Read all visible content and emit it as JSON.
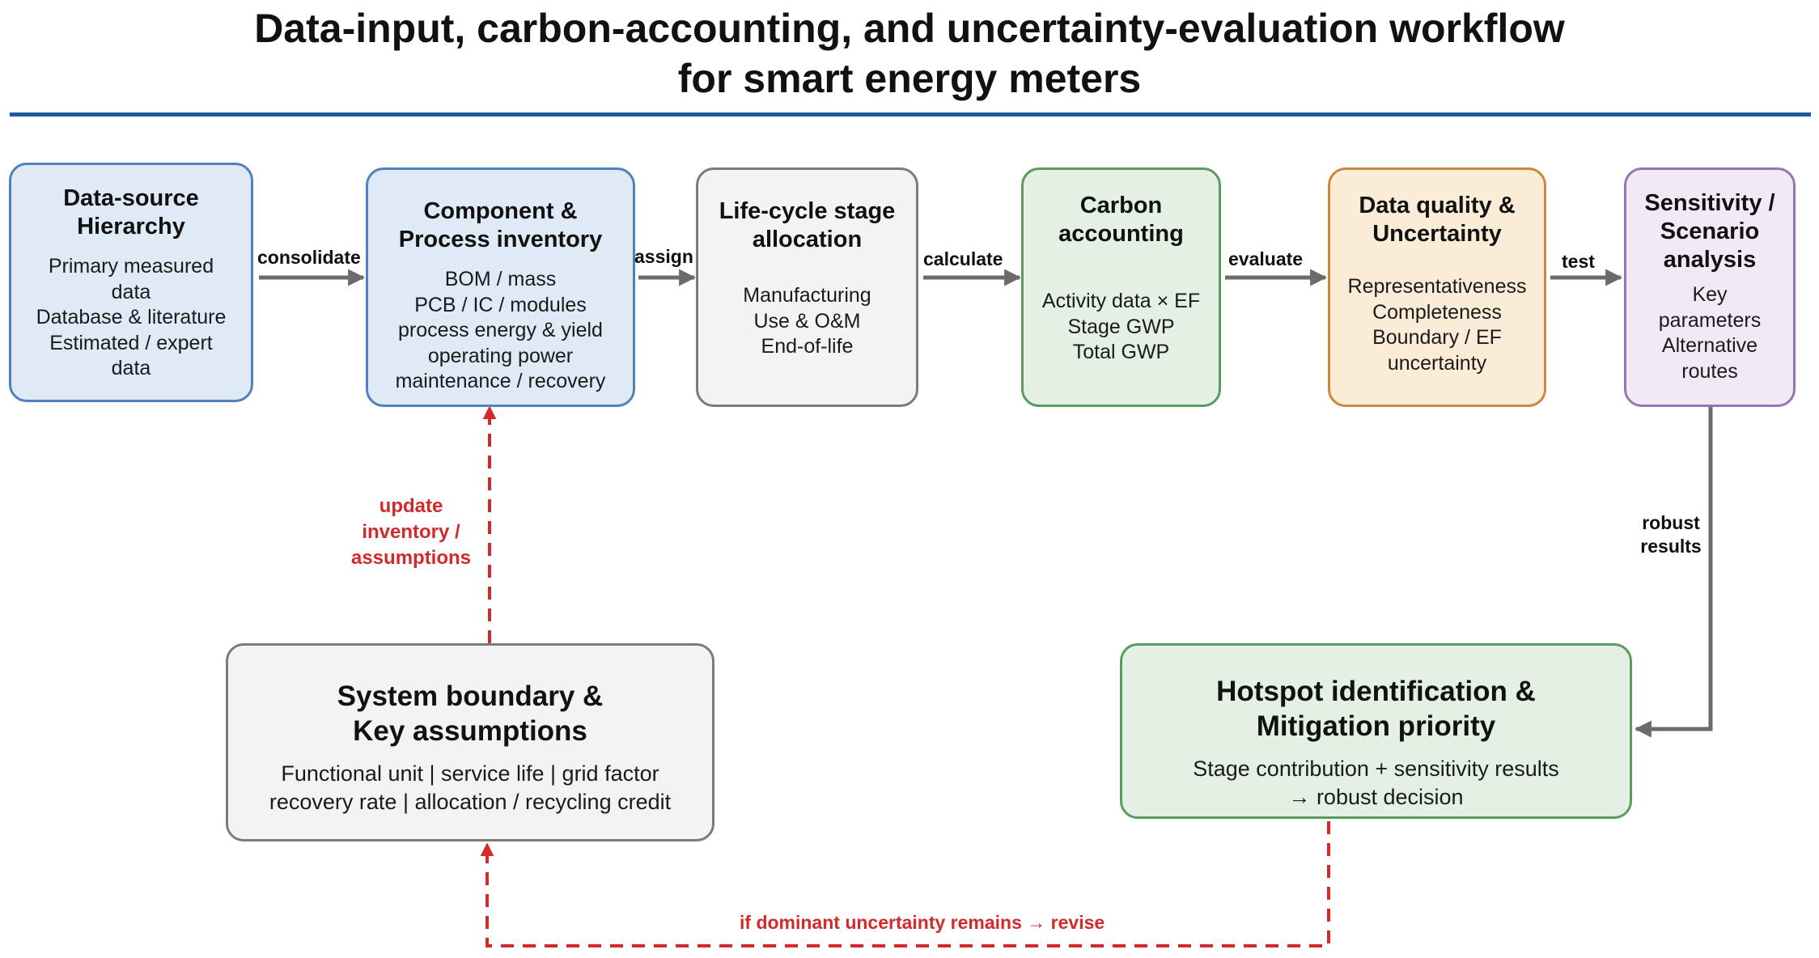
{
  "title": {
    "line1": "Data-input, carbon-accounting, and uncertainty-evaluation workflow",
    "line2": "for smart energy meters"
  },
  "nodes": {
    "data_source": {
      "head": [
        "Data-source",
        "Hierarchy"
      ],
      "body": [
        "Primary measured",
        "data",
        "Database & literature",
        "Estimated / expert",
        "data"
      ]
    },
    "inventory": {
      "head": [
        "Component &",
        "Process inventory"
      ],
      "body": [
        "BOM / mass",
        "PCB / IC / modules",
        "process energy & yield",
        "operating power",
        "maintenance / recovery"
      ]
    },
    "lifecycle": {
      "head": [
        "Life-cycle stage",
        "allocation"
      ],
      "body": [
        "Manufacturing",
        "Use & O&M",
        "End-of-life"
      ]
    },
    "carbon": {
      "head": [
        "Carbon",
        "accounting"
      ],
      "body": [
        "Activity data × EF",
        "Stage GWP",
        "Total GWP"
      ]
    },
    "quality": {
      "head": [
        "Data quality &",
        "Uncertainty"
      ],
      "body": [
        "Representativeness",
        "Completeness",
        "Boundary / EF",
        "uncertainty"
      ]
    },
    "sensitivity": {
      "head": [
        "Sensitivity /",
        "Scenario",
        "analysis"
      ],
      "body": [
        "Key",
        "parameters",
        "Alternative",
        "routes"
      ]
    },
    "boundary": {
      "head": [
        "System boundary &",
        "Key assumptions"
      ],
      "body": [
        "Functional unit | service life | grid factor",
        "recovery rate | allocation / recycling credit"
      ]
    },
    "hotspot": {
      "head": [
        "Hotspot identification &",
        "Mitigation priority"
      ],
      "body": [
        "Stage contribution + sensitivity results",
        "→ robust decision"
      ]
    }
  },
  "edges": {
    "consolidate": "consolidate",
    "assign": "assign",
    "calculate": "calculate",
    "evaluate": "evaluate",
    "test": "test",
    "robust": [
      "robust",
      "results"
    ],
    "update": [
      "update",
      "inventory /",
      "assumptions"
    ],
    "revise": "if dominant uncertainty remains → revise"
  },
  "colors": {
    "title_rule": "#1d5a9e",
    "arrow": "#6b6b6b",
    "feedback": "#d22a2a",
    "blue_fill": "#dfeaf6",
    "blue_border": "#4f81bd",
    "grey_fill": "#f3f3f3",
    "grey_border": "#7b7b7b",
    "green_fill": "#e3f0e3",
    "green_border": "#5b9b5b",
    "orange_fill": "#fbecd7",
    "orange_border": "#c8893a",
    "purple_fill": "#f1eaf6",
    "purple_border": "#9477b2"
  }
}
